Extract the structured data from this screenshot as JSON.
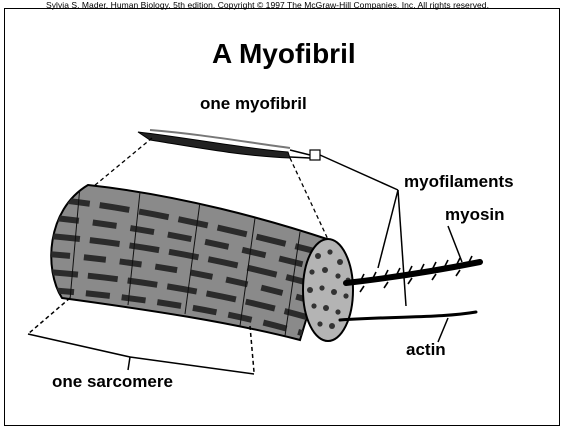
{
  "credit": "Sylvia S. Mader, Human Biology, 5th edition. Copyright © 1997 The McGraw-Hill Companies, Inc. All rights reserved.",
  "title": "A Myofibril",
  "labels": {
    "one_myofibril": "one myofibril",
    "myofilaments": "myofilaments",
    "myosin": "myosin",
    "actin": "actin",
    "one_sarcomere": "one sarcomere"
  },
  "colors": {
    "ink": "#000000",
    "fiber_fill": "#8a8a8a",
    "fiber_dark": "#2b2b2b",
    "end_face": "#b4b4b4"
  }
}
